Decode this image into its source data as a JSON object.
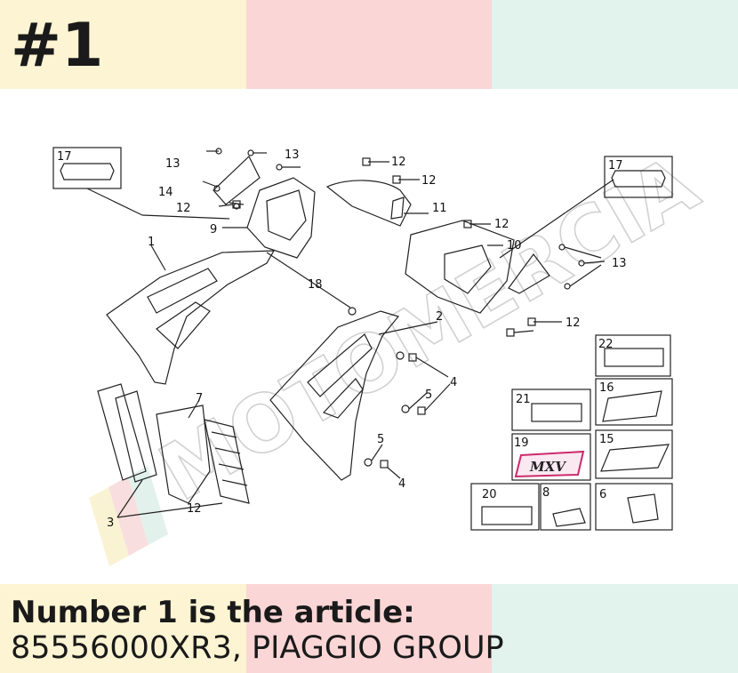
{
  "header": {
    "badge": "#1"
  },
  "caption": {
    "line1": "Number 1 is the article:",
    "line2": "85556000XR3, PIAGGIO GROUP"
  },
  "watermark": {
    "text": "MOTOMERCIA"
  },
  "callouts": [
    "1",
    "2",
    "3",
    "4",
    "4",
    "5",
    "5",
    "6",
    "7",
    "8",
    "9",
    "10",
    "11",
    "12",
    "12",
    "12",
    "12",
    "12",
    "12",
    "13",
    "13",
    "13",
    "14",
    "15",
    "16",
    "17",
    "17",
    "18",
    "19",
    "20",
    "21",
    "22"
  ],
  "sticker_logo": "MXV",
  "colors": {
    "yellow": "#fdf4d3",
    "pink": "#fbd6d6",
    "mint": "#e1f3ec"
  }
}
